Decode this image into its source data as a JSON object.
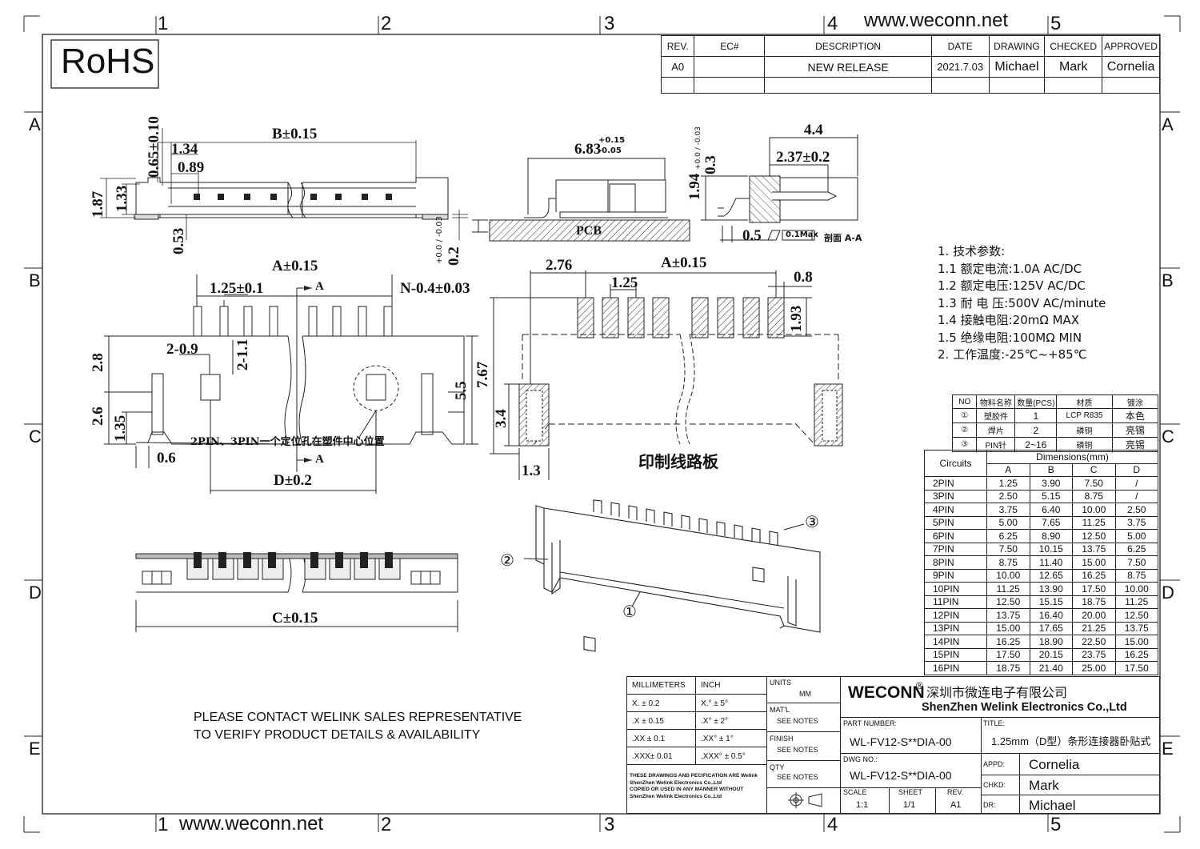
{
  "border": {
    "col_numbers": [
      "1",
      "2",
      "3",
      "4",
      "5"
    ],
    "row_letters": [
      "A",
      "B",
      "C",
      "D",
      "E"
    ],
    "website": "www.weconn.net"
  },
  "rohs": "RoHS",
  "revision_table": {
    "headers": [
      "REV.",
      "EC#",
      "DESCRIPTION",
      "DATE",
      "DRAWING",
      "CHECKED",
      "APPROVED"
    ],
    "rows": [
      [
        "A0",
        "",
        "NEW RELEASE",
        "2021.7.03",
        "Michael",
        "Mark",
        "Cornelia"
      ],
      [
        "",
        "",
        "",
        "",
        "",
        "",
        ""
      ]
    ]
  },
  "dimensions": {
    "b_015": "B±0.15",
    "d065": "0.65±0.10",
    "d134": "1.34",
    "d089": "0.89",
    "d187": "1.87",
    "d133": "1.33",
    "d053": "0.53",
    "d02": "0.2",
    "d02_tol": "+0.0 / -0.03",
    "d683": "6.83",
    "d683_tol_up": "+0.15",
    "d683_tol_dn": "-0.05",
    "pcb": "PCB",
    "d44": "4.4",
    "d237": "2.37±0.2",
    "d194": "1.94",
    "d03": "0.3",
    "d03_tol": "+0.0 / -0.03",
    "d05": "0.5",
    "d01max": "0.1Max",
    "section": "剖面 A-A",
    "a_015": "A±0.15",
    "d125_01": "1.25±0.1",
    "section_mark": "A",
    "n04": "N-0.4±0.03",
    "d09": "2-0.9",
    "d11": "2-1.1",
    "d28": "2.8",
    "d26": "2.6",
    "d135": "1.35",
    "d55": "5.5",
    "d06": "0.6",
    "d_02": "D±0.2",
    "locating_note": "2PIN、3PIN一个定位孔在塑件中心位置",
    "d276": "2.76",
    "a_015b": "A±0.15",
    "d125": "1.25",
    "d08": "0.8",
    "d193": "1.93",
    "d767": "7.67",
    "d34": "3.4",
    "d13": "1.3",
    "pcb_layout": "印制线路板",
    "c_015": "C±0.15"
  },
  "callouts": [
    "①",
    "②",
    "③"
  ],
  "specs": [
    "1. 技术参数:",
    "1.1 额定电流:1.0A AC/DC",
    "1.2 额定电压:125V AC/DC",
    "1.3 耐 电 压:500V AC/minute",
    "1.4 接触电阻:20mΩ MAX",
    "1.5 绝缘电阻:100MΩ MIN",
    "2. 工作温度:-25℃~+85℃"
  ],
  "materials": {
    "headers": [
      "NO",
      "物料名称",
      "数量(PCS)",
      "材质",
      "镀涂"
    ],
    "rows": [
      [
        "①",
        "塑胶件",
        "1",
        "LCP R835",
        "本色"
      ],
      [
        "②",
        "焊片",
        "2",
        "磷铜",
        "亮锡"
      ],
      [
        "③",
        "PIN针",
        "2~16",
        "磷铜",
        "亮锡"
      ]
    ]
  },
  "dim_table": {
    "circuits": "Circuits",
    "dims_header": "Dimensions(mm)",
    "cols": [
      "A",
      "B",
      "C",
      "D"
    ],
    "rows": [
      [
        "2PIN",
        "1.25",
        "3.90",
        "7.50",
        "/"
      ],
      [
        "3PIN",
        "2.50",
        "5.15",
        "8.75",
        "/"
      ],
      [
        "4PIN",
        "3.75",
        "6.40",
        "10.00",
        "2.50"
      ],
      [
        "5PIN",
        "5.00",
        "7.65",
        "11.25",
        "3.75"
      ],
      [
        "6PIN",
        "6.25",
        "8.90",
        "12.50",
        "5.00"
      ],
      [
        "7PIN",
        "7.50",
        "10.15",
        "13.75",
        "6.25"
      ],
      [
        "8PIN",
        "8.75",
        "11.40",
        "15.00",
        "7.50"
      ],
      [
        "9PIN",
        "10.00",
        "12.65",
        "16.25",
        "8.75"
      ],
      [
        "10PIN",
        "11.25",
        "13.90",
        "17.50",
        "10.00"
      ],
      [
        "11PIN",
        "12.50",
        "15.15",
        "18.75",
        "11.25"
      ],
      [
        "12PIN",
        "13.75",
        "16.40",
        "20.00",
        "12.50"
      ],
      [
        "13PIN",
        "15.00",
        "17.65",
        "21.25",
        "13.75"
      ],
      [
        "14PIN",
        "16.25",
        "18.90",
        "22.50",
        "15.00"
      ],
      [
        "15PIN",
        "17.50",
        "20.15",
        "23.75",
        "16.25"
      ],
      [
        "16PIN",
        "18.75",
        "21.40",
        "25.00",
        "17.50"
      ]
    ]
  },
  "notice": [
    "PLEASE CONTACT WELINK SALES REPRESENTATIVE",
    "TO VERIFY PRODUCT DETAILS & AVAILABILITY"
  ],
  "title_block": {
    "tol_headers": [
      "MILLIMETERS",
      "INCH"
    ],
    "tol_rows": [
      [
        "X.    ± 0.2",
        "X.°   ±  5°"
      ],
      [
        ".X   ± 0.15",
        ".X°   ±  2°"
      ],
      [
        ".XX  ± 0.1",
        ".XX°  ±  1°"
      ],
      [
        ".XXX± 0.01",
        ".XXX° ± 0.5°"
      ]
    ],
    "disclaimer": [
      "THESE DRAWINGS AND PECIFICATION  ARE Welink",
      "ShenZhen Welink Electronics Co.,Ltd",
      " COPIED OR USED IN ANY MANNER WITHOUT",
      "ShenZhen Welink Electronics Co.,Ltd"
    ],
    "units_label": "UNITS",
    "units_value": "MM",
    "matl_label": "MAT'L",
    "matl_value": "SEE NOTES",
    "finish_label": "FINISH",
    "finish_value": "SEE NOTES",
    "qty_label": "QTY",
    "qty_value": "SEE NOTES",
    "brand": "WECONN",
    "registered": "®",
    "company_cn": "深圳市微连电子有限公司",
    "company_en": "ShenZhen Welink Electronics Co.,Ltd",
    "part_label": "PART NUMBER:",
    "part_number": "WL-FV12-S**DIA-00",
    "title_label": "TITLE:",
    "title": "1.25mm（D型）条形连接器卧贴式",
    "dwg_label": "DWG NO.:",
    "dwg_number": "WL-FV12-S**DIA-00",
    "scale_label": "SCALE",
    "scale": "1:1",
    "sheet_label": "SHEET",
    "sheet": "1/1",
    "rev_label": "REV.",
    "rev": "A1",
    "appd_label": "APPD:",
    "appd": "Cornelia",
    "chkd_label": "CHKD:",
    "chkd": "Mark",
    "dr_label": "DR:",
    "dr": "Michael"
  }
}
